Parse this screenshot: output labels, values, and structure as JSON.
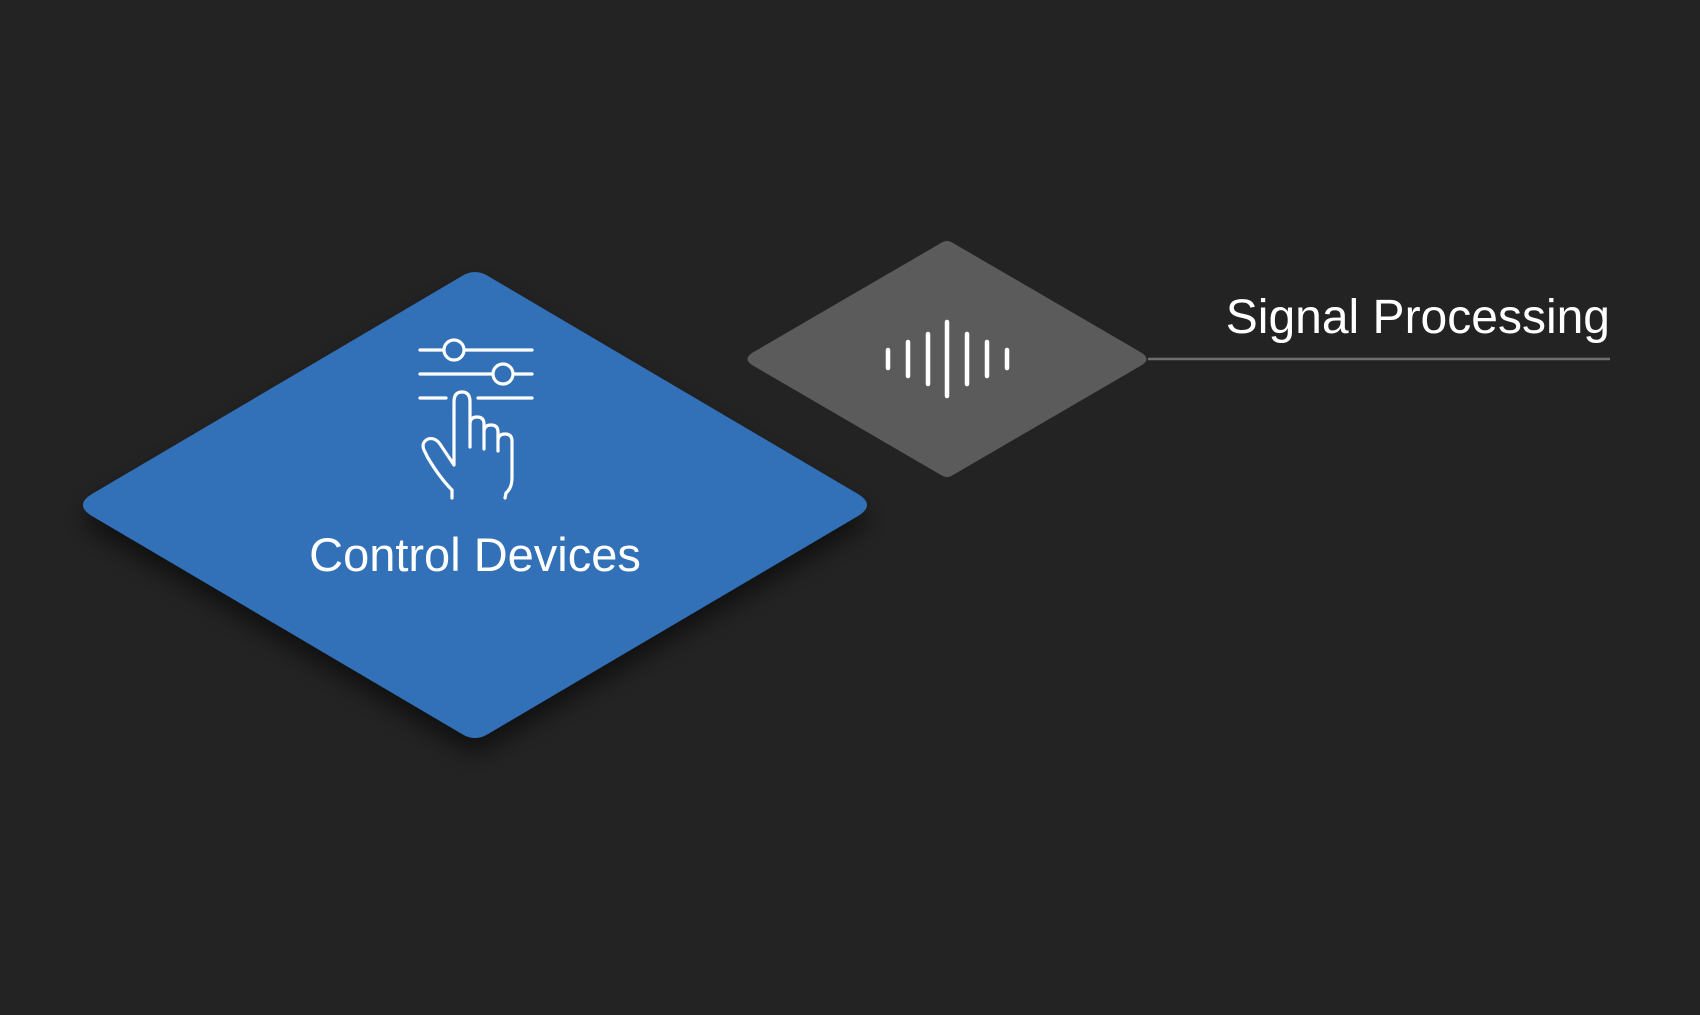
{
  "background_color": "#232323",
  "nodes": [
    {
      "id": "control-devices",
      "label": "Control Devices",
      "icon": "hand-sliders-icon",
      "fill_color": "#3370b7",
      "icon_color": "#ffffff"
    },
    {
      "id": "signal-processing",
      "label": "Signal Processing",
      "icon": "sound-wave-icon",
      "fill_color": "#5b5b5b",
      "icon_color": "#ffffff"
    }
  ],
  "connector_color": "#6e6e6e",
  "label_color": "#ffffff"
}
